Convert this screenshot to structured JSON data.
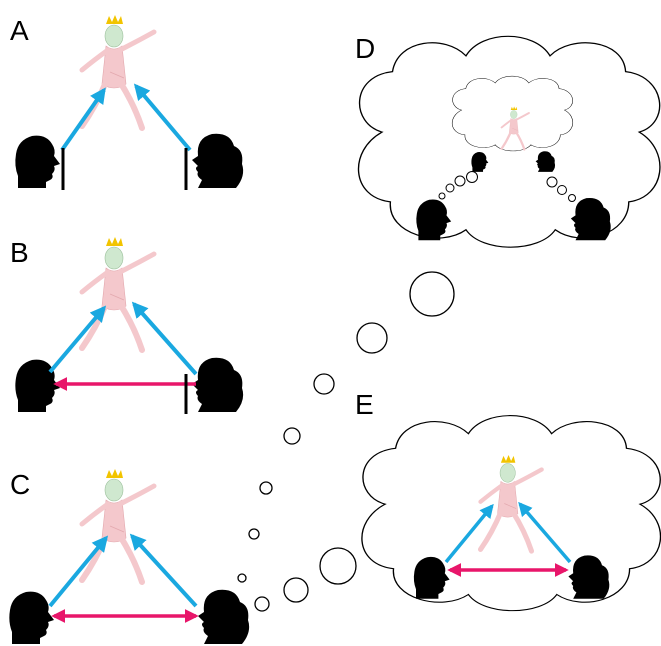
{
  "panels": [
    {
      "id": "A",
      "label": "A"
    },
    {
      "id": "B",
      "label": "B"
    },
    {
      "id": "C",
      "label": "C"
    },
    {
      "id": "D",
      "label": "D"
    },
    {
      "id": "E",
      "label": "E"
    }
  ],
  "colors": {
    "gaze_arrow": "#1aa8e0",
    "mutual_arrow": "#e8166a",
    "silhouette": "#000000",
    "figure_body": "#f4c8cc",
    "figure_head": "#cfe8cf",
    "crown": "#f2c400",
    "cloud_outline": "#000000"
  },
  "icons": [
    "male-head-silhouette-icon",
    "female-head-silhouette-icon",
    "crowned-figure-icon",
    "thought-cloud-icon",
    "barrier-line-icon"
  ]
}
